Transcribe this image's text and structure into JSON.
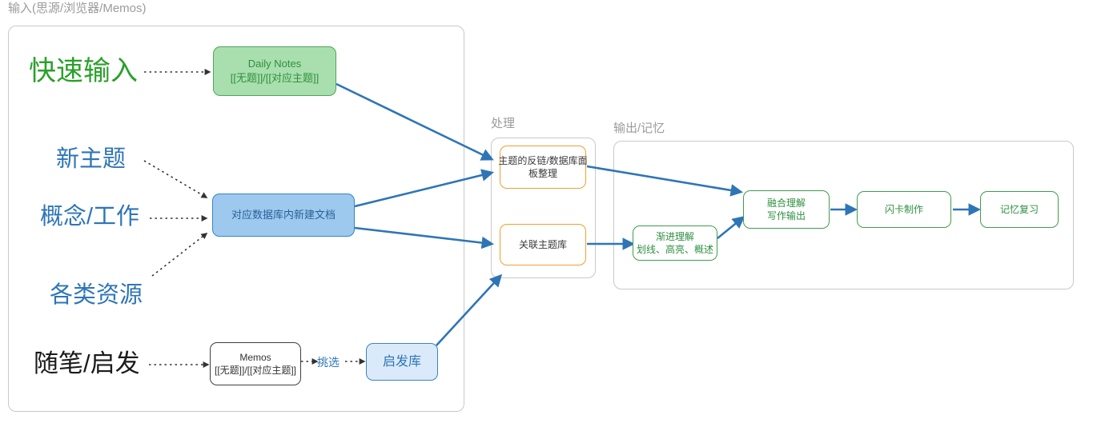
{
  "diagram": {
    "title_bar": null,
    "groups": [
      {
        "id": "input",
        "label": "输入(思源/浏览器/Memos)"
      },
      {
        "id": "processing",
        "label": "处理"
      },
      {
        "id": "output",
        "label": "输出/记忆"
      }
    ],
    "labels": [
      {
        "id": "quick-input",
        "text": "快速输入",
        "color": "#2aa02a"
      },
      {
        "id": "new-topic",
        "text": "新主题",
        "color": "#2e75b6"
      },
      {
        "id": "concept-work",
        "text": "概念/工作",
        "color": "#2e75b6"
      },
      {
        "id": "resources",
        "text": "各类资源",
        "color": "#2e75b6"
      },
      {
        "id": "essay-idea",
        "text": "随笔/启发",
        "color": "#1a1a1a"
      }
    ],
    "nodes": {
      "daily_notes": {
        "line1": "Daily Notes",
        "line2": "[[无题]]/[[对应主题]]"
      },
      "new_doc": {
        "line1": "对应数据库内新建文档",
        "line2": ""
      },
      "memos": {
        "line1": "Memos",
        "line2": "[[无题]]/[[对应主题]]"
      },
      "inspiration": {
        "line1": "启发库",
        "line2": ""
      },
      "backlink": {
        "line1": "主题的反链/数据库面",
        "line2": "板整理"
      },
      "topic_db": {
        "line1": "关联主题库",
        "line2": ""
      },
      "progressive": {
        "line1": "渐进理解",
        "line2": "划线、高亮、概述"
      },
      "fusion": {
        "line1": "融合理解",
        "line2": "写作输出"
      },
      "flashcard": {
        "line1": "闪卡制作",
        "line2": ""
      },
      "review": {
        "line1": "记忆复习",
        "line2": ""
      }
    },
    "edge_labels": [
      {
        "id": "pick",
        "text": "挑选"
      }
    ],
    "colors": {
      "green_fill": "#a9dfae",
      "green_stroke": "#4ea65b",
      "blue_fill": "#9dc9ef",
      "blue_stroke": "#3a83c4",
      "lightblue_fill": "#dbeafb",
      "orange_stroke": "#f0a030",
      "green_outline": "#3f9d4c",
      "arrow_blue": "#2e75b6",
      "dotted_black": "#333333",
      "container_grey": "#c9c9c9",
      "group_label_grey": "#9b9b9b"
    }
  }
}
